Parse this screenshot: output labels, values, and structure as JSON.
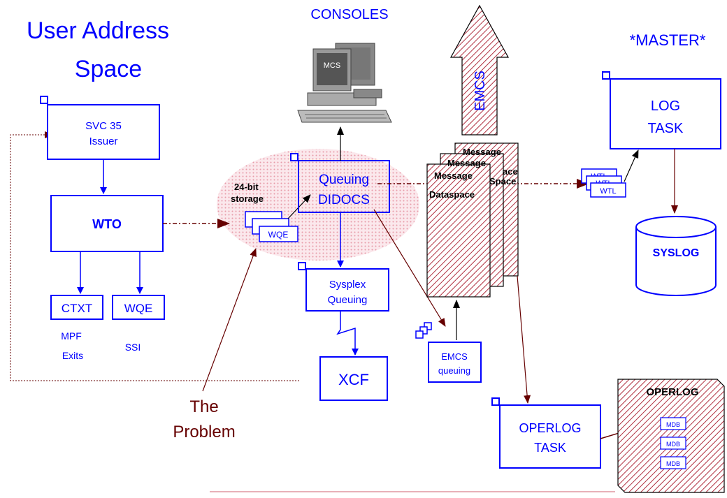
{
  "titles": {
    "user_space_line1": "User Address",
    "user_space_line2": "Space",
    "consoles": "CONSOLES",
    "master": "*MASTER*"
  },
  "boxes": {
    "svc35_line1": "SVC 35",
    "svc35_line2": "Issuer",
    "wto": "WTO",
    "ctxt": "CTXT",
    "wqe": "WQE",
    "mpf_line1": "MPF",
    "mpf_line2": "Exits",
    "ssi": "SSI",
    "storage_line1": "24-bit",
    "storage_line2": "storage",
    "storage_wqe": "WQE",
    "queuing_line1": "Queuing",
    "queuing_line2": "DIDOCS",
    "sysplex_line1": "Sysplex",
    "sysplex_line2": "Queuing",
    "xcf": "XCF",
    "problem_line1": "The",
    "problem_line2": "Problem",
    "mcs": "MCS",
    "emcs_arrow": "EMCS",
    "dataspace_back": "Message",
    "dataspace_mid_line1": "Message",
    "dataspace_mid_line2": "Space",
    "dataspace_front_line1": "Message",
    "dataspace_front_line2": "Dataspace",
    "dataspace_partial_1": "ace",
    "dataspace_partial_2": "ace",
    "emcs_queuing_line1": "EMCS",
    "emcs_queuing_line2": "queuing",
    "log_task_line1": "LOG",
    "log_task_line2": "TASK",
    "wtl_back": "WTL",
    "wtl_mid": "WTL",
    "wtl_front": "WTL",
    "syslog": "SYSLOG",
    "operlog_task_line1": "OPERLOG",
    "operlog_task_line2": "TASK",
    "operlog": "OPERLOG",
    "mdb1": "MDB",
    "mdb2": "MDB",
    "mdb3": "MDB"
  },
  "colors": {
    "blue": "#0000ff",
    "dark_red": "#660000",
    "hatch": "#b03040",
    "pink_dots": "#e89aa8",
    "text_blue": "#0000ff"
  }
}
